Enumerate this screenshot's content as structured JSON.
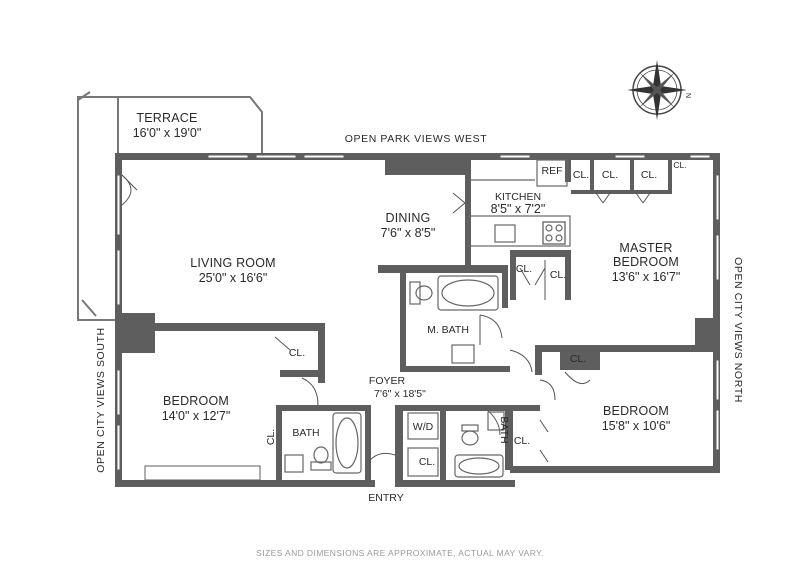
{
  "rooms": {
    "terrace": {
      "name": "TERRACE",
      "dims": "16'0\" x 19'0\""
    },
    "living": {
      "name": "LIVING ROOM",
      "dims": "25'0\" x 16'6\""
    },
    "dining": {
      "name": "DINING",
      "dims": "7'6\" x 8'5\""
    },
    "kitchen": {
      "name": "KITCHEN",
      "dims": "8'5\" x 7'2\""
    },
    "master": {
      "name1": "MASTER",
      "name2": "BEDROOM",
      "dims": "13'6\" x 16'7\""
    },
    "mbath": {
      "name": "M. BATH"
    },
    "foyer": {
      "name": "FOYER",
      "dims": "7'6\" x 18'5\""
    },
    "bedroom_sw": {
      "name": "BEDROOM",
      "dims": "14'0\" x 12'7\""
    },
    "bedroom_se": {
      "name": "BEDROOM",
      "dims": "15'8\" x 10'6\""
    },
    "bath_sw": {
      "name": "BATH"
    },
    "bath_s": {
      "name": "BATH"
    }
  },
  "small_labels": {
    "ref": "REF",
    "closet": "CL.",
    "wd": "W/D",
    "entry": "ENTRY"
  },
  "views": {
    "west": "OPEN PARK VIEWS WEST",
    "north": "OPEN CITY VIEWS NORTH",
    "south": "OPEN CITY VIEWS SOUTH"
  },
  "compass_letter": "N",
  "disclaimer": "SIZES AND DIMENSIONS ARE APPROXIMATE, ACTUAL MAY VARY.",
  "colors": {
    "wall": "#5e5e5e",
    "fixture": "#6a6a6a",
    "text": "#2a2a2a"
  }
}
